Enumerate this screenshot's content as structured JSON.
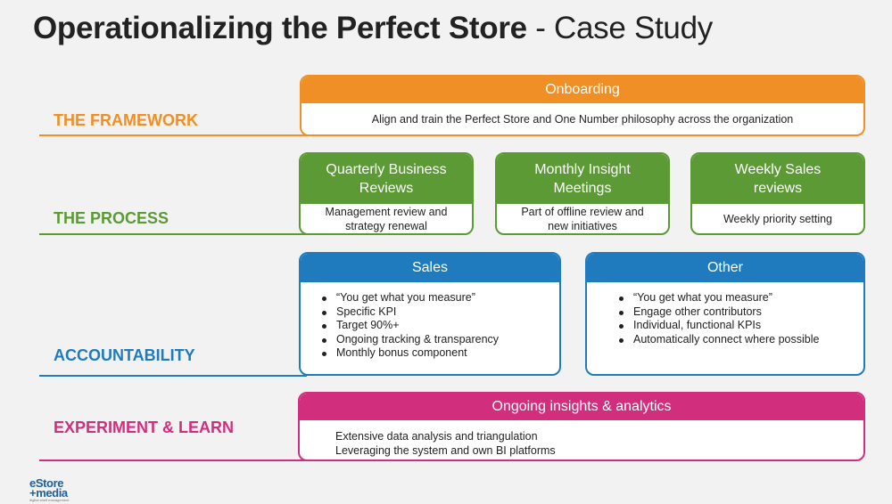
{
  "title": {
    "bold": "Operationalizing the Perfect Store",
    "rest": " - Case Study"
  },
  "colors": {
    "framework": "#ef8f25",
    "process": "#5c9a36",
    "accountability": "#1f7bbd",
    "experiment": "#d22e7e"
  },
  "framework": {
    "label": "THE FRAMEWORK",
    "header": "Onboarding",
    "body": "Align and train the Perfect Store and One Number philosophy across the organization"
  },
  "process": {
    "label": "THE PROCESS",
    "boxes": [
      {
        "header_l1": "Quarterly Business",
        "header_l2": "Reviews",
        "body_l1": "Management review and",
        "body_l2": "strategy renewal"
      },
      {
        "header_l1": "Monthly Insight",
        "header_l2": "Meetings",
        "body_l1": "Part of offline review and",
        "body_l2": "new initiatives"
      },
      {
        "header_l1": "Weekly Sales",
        "header_l2": "reviews",
        "body_l1": "Weekly priority setting",
        "body_l2": ""
      }
    ]
  },
  "accountability": {
    "label": "ACCOUNTABILITY",
    "sales": {
      "header": "Sales",
      "items": [
        "“You get what you measure”",
        "Specific KPI",
        "Target 90%+",
        "Ongoing tracking & transparency",
        "Monthly bonus component"
      ]
    },
    "other": {
      "header": "Other",
      "items": [
        "“You get what you measure”",
        "Engage other contributors",
        "Individual, functional KPIs",
        "Automatically connect where possible"
      ]
    }
  },
  "experiment": {
    "label": "EXPERIMENT & LEARN",
    "header": "Ongoing insights & analytics",
    "line1": "Extensive data analysis and triangulation",
    "line2": "Leveraging the system and own BI platforms"
  },
  "logo": {
    "line1": "eStore",
    "line2": "+media",
    "tagline": "digital shelf management"
  }
}
